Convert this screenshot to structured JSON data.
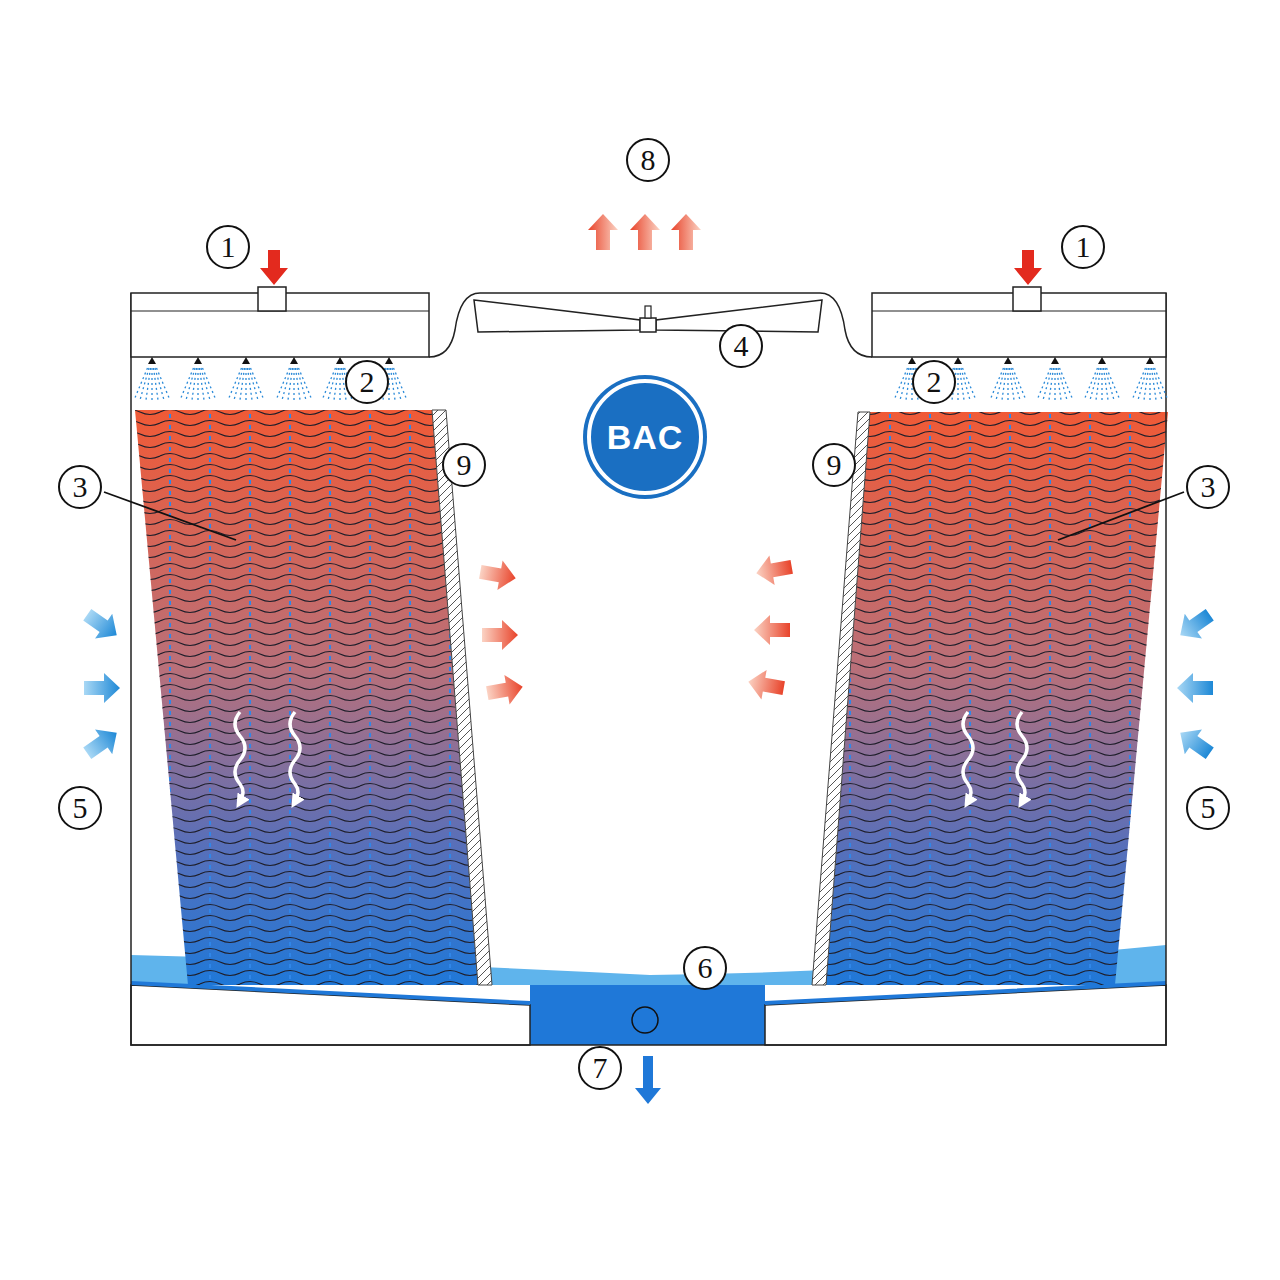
{
  "diagram": {
    "nodes": [
      {
        "text": [
          "BAC"
        ]
      }
    ],
    "labels": [
      "8",
      "1",
      "1",
      "4",
      "2",
      "2",
      "9",
      "9",
      "3",
      "3",
      "5",
      "5",
      "6",
      "7"
    ]
  }
}
